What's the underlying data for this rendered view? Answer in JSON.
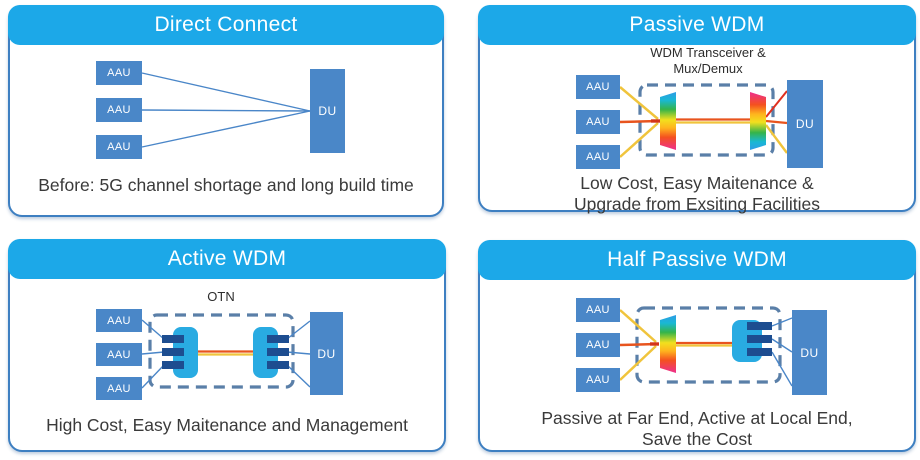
{
  "labels": {
    "aau": "AAU",
    "du": "DU"
  },
  "colors": {
    "header_bg": "#1ca8e8",
    "panel_border": "#3d7fc1",
    "node_blue": "#4a87c8",
    "device_cyan": "#29abe2",
    "port_navy": "#1d4d90",
    "dashed_boundary": "#5a7fa8",
    "fiber_yellow": "#f0c43c",
    "fiber_orange": "#e8541e",
    "fiber_red": "#d43418",
    "connector_blue": "#4a86c8",
    "caption_text": "#3a3a3a",
    "prism_gradient_top": "#2e9ce6",
    "prism_gradient_bottom": "#ee2f8e"
  },
  "panels": [
    {
      "title": "Direct Connect",
      "caption": "Before: 5G channel shortage and long build time"
    },
    {
      "title": "Passive WDM",
      "label_line1": "WDM Transceiver &",
      "label_line2": "Mux/Demux",
      "caption_line1": "Low Cost, Easy Maitenance &",
      "caption_line2": "Upgrade from Exsiting Facilities"
    },
    {
      "title": "Active WDM",
      "label": "OTN",
      "caption": "High Cost, Easy Maitenance and Management"
    },
    {
      "title": "Half Passive WDM",
      "caption_line1": "Passive at Far End, Active at Local End,",
      "caption_line2": "Save the Cost"
    }
  ]
}
